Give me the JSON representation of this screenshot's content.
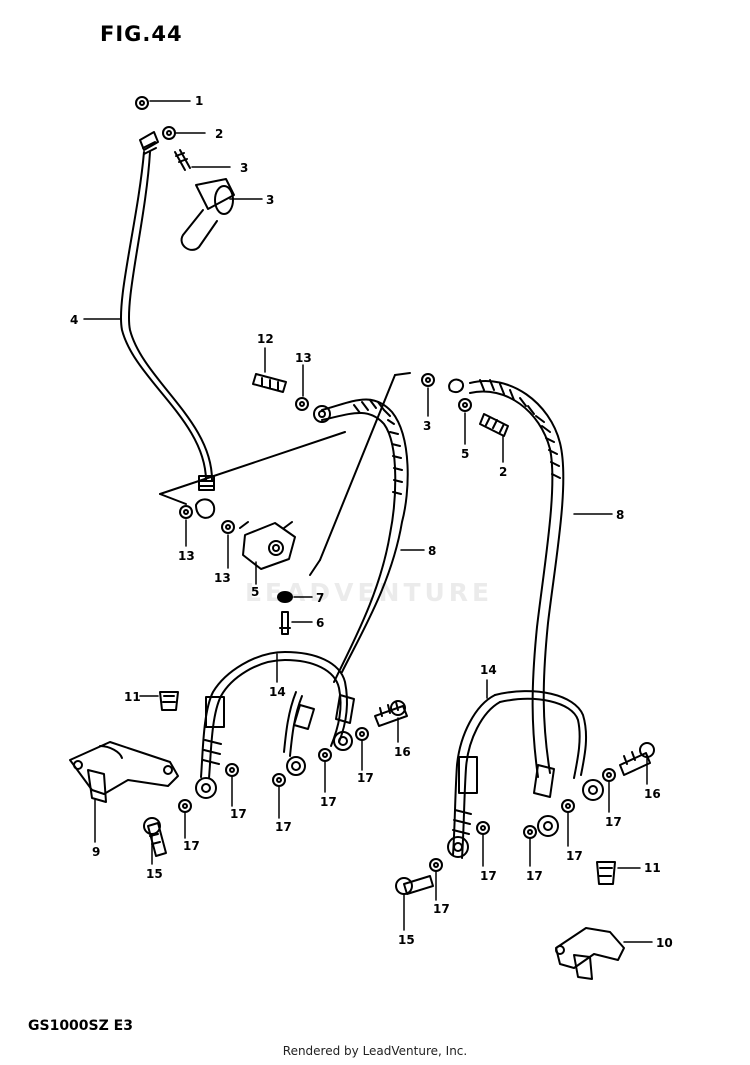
{
  "figure": {
    "title": "FIG.44",
    "model_code": "GS1000SZ  E3",
    "footer": "Rendered by LeadVenture, Inc.",
    "watermark": "LEADVENTURE"
  },
  "callouts": [
    "1",
    "2",
    "3",
    "3",
    "4",
    "12",
    "13",
    "3",
    "5",
    "2",
    "13",
    "13",
    "5",
    "7",
    "6",
    "8",
    "8",
    "14",
    "14",
    "11",
    "16",
    "9",
    "17",
    "17",
    "17",
    "17",
    "15",
    "17",
    "17",
    "16",
    "17",
    "17",
    "17",
    "11",
    "15",
    "17",
    "10"
  ]
}
